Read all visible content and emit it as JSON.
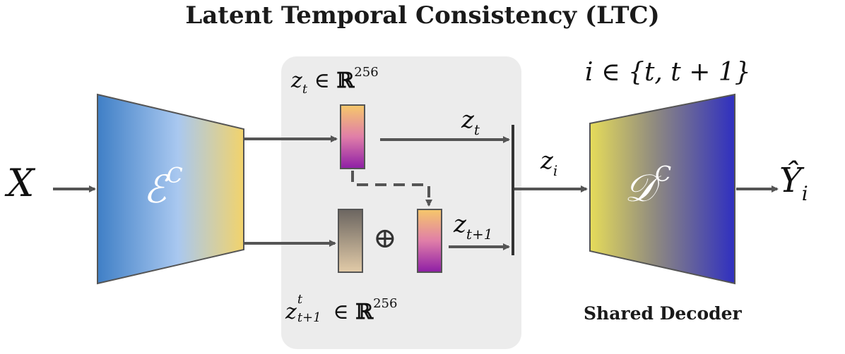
{
  "title": "Latent Temporal Consistency (LTC)",
  "labels": {
    "input": "X",
    "encoder_letter": "ℰ",
    "encoder_sup": "C",
    "decoder_letter": "𝒟",
    "decoder_sup": "C",
    "output_letter": "Ŷ",
    "output_sub": "i",
    "zt_top_base": "z",
    "zt_top_sub": "t",
    "zt_top_in": "∈",
    "zt_top_set": "ℝ",
    "zt_top_sup": "256",
    "z_bottom_base": "z",
    "z_bottom_sup": "t",
    "z_bottom_sub": "t+1",
    "z_bottom_in": "∈",
    "z_bottom_set": "ℝ",
    "z_bottom_sup_dim": "256",
    "arrow_zt_base": "z",
    "arrow_zt_sub": "t",
    "arrow_zt1_base": "z",
    "arrow_zt1_sub": "t+1",
    "zi_base": "z",
    "zi_sub": "i",
    "oplus": "⊕",
    "index_set": "i ∈ {t, t + 1}",
    "shared_decoder": "Shared Decoder"
  },
  "colors": {
    "encoder_left": "#3f7fc6",
    "encoder_mid": "#a9c8f0",
    "encoder_right": "#f2d36b",
    "decoder_left": "#e6dc5a",
    "decoder_mid": "#8f8a80",
    "decoder_right": "#2f2fc0",
    "panel": "#ececec",
    "arrow": "#555555"
  }
}
